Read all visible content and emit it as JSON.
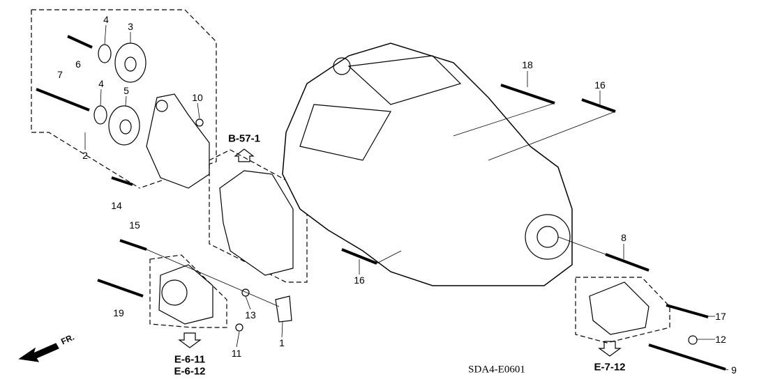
{
  "diagram_code": "SDA4-E0601",
  "direction_label": "FR.",
  "references": {
    "upper": "B-57-1",
    "alternator_1": "E-6-11",
    "alternator_2": "E-6-12",
    "starter": "E-7-12"
  },
  "callouts": [
    "4",
    "3",
    "6",
    "7",
    "4",
    "5",
    "10",
    "2",
    "14",
    "15",
    "19",
    "13",
    "11",
    "1",
    "18",
    "16",
    "8",
    "16",
    "17",
    "12",
    "9"
  ]
}
